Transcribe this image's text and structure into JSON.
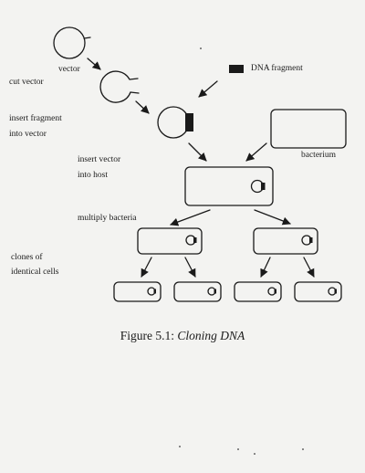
{
  "labels": {
    "vector": "vector",
    "cut_vector": "cut vector",
    "dna_fragment": "DNA fragment",
    "insert_fragment_line1": "insert fragment",
    "insert_fragment_line2": "into vector",
    "bacterium": "bacterium",
    "insert_vector_line1": "insert vector",
    "insert_vector_line2": "into host",
    "multiply_bacteria": "multiply bacteria",
    "clones_line1": "clones of",
    "clones_line2": "identical cells"
  },
  "caption": {
    "prefix": "Figure 5.1:",
    "title": "Cloning DNA"
  },
  "colors": {
    "paper": "#f3f3f1",
    "ink": "#1a1a1a"
  }
}
